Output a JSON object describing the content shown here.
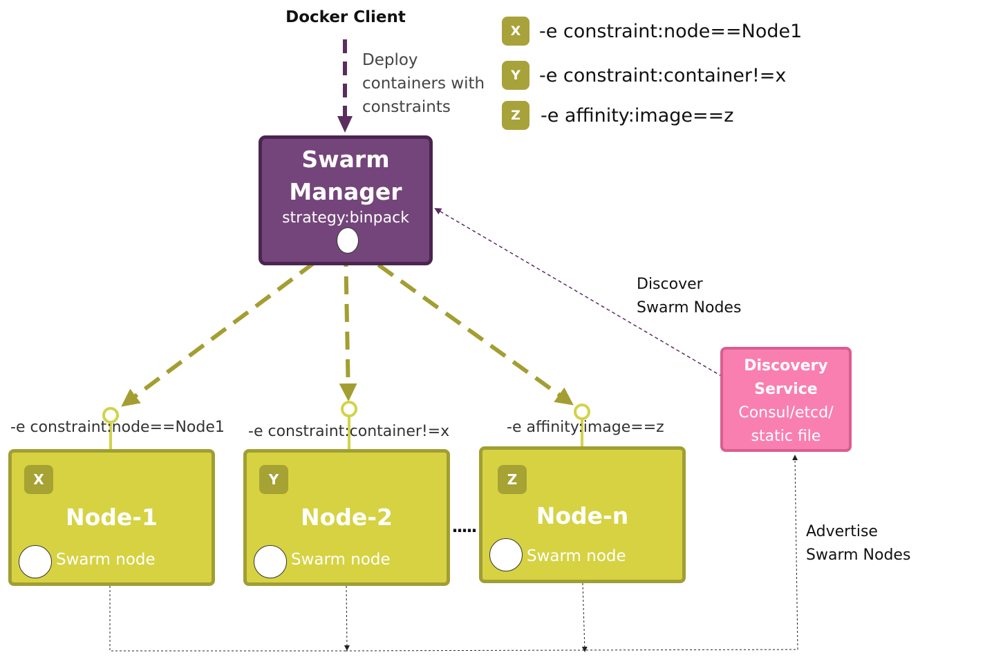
{
  "client": {
    "title": "Docker Client",
    "deploy_label": [
      "Deploy",
      "containers with",
      "constraints"
    ]
  },
  "legend": [
    {
      "letter": "X",
      "text": "-e constraint:node==Node1"
    },
    {
      "letter": "Y",
      "text": "-e constraint:container!=x"
    },
    {
      "letter": "Z",
      "text": "-e affinity:image==z"
    }
  ],
  "manager": {
    "title_line1": "Swarm",
    "title_line2": "Manager",
    "strategy": "strategy:binpack"
  },
  "discover_label": [
    "Discover",
    "Swarm Nodes"
  ],
  "discovery": {
    "title_line1": "Discovery",
    "title_line2": "Service",
    "sub_line1": "Consul/etcd/",
    "sub_line2": "static file"
  },
  "nodes": [
    {
      "letter": "X",
      "title": "Node-1",
      "subtitle": "Swarm node",
      "constraint": "-e constraint:node==Node1"
    },
    {
      "letter": "Y",
      "title": "Node-2",
      "subtitle": "Swarm node",
      "constraint": "-e constraint:container!=x"
    },
    {
      "letter": "Z",
      "title": "Node-n",
      "subtitle": "Swarm node",
      "constraint": "-e affinity:image==z"
    }
  ],
  "ellipsis": "․․․․․",
  "advertise_label": [
    "Advertise",
    "Swarm Nodes"
  ],
  "colors": {
    "purple_dark": "#5b2d5f",
    "manager_fill": "#74457a",
    "olive_link": "#a39e31",
    "node_fill": "#d6d242",
    "node_border": "#a19e34",
    "discovery_fill": "#f97fb1",
    "pin": "#d2d348"
  }
}
